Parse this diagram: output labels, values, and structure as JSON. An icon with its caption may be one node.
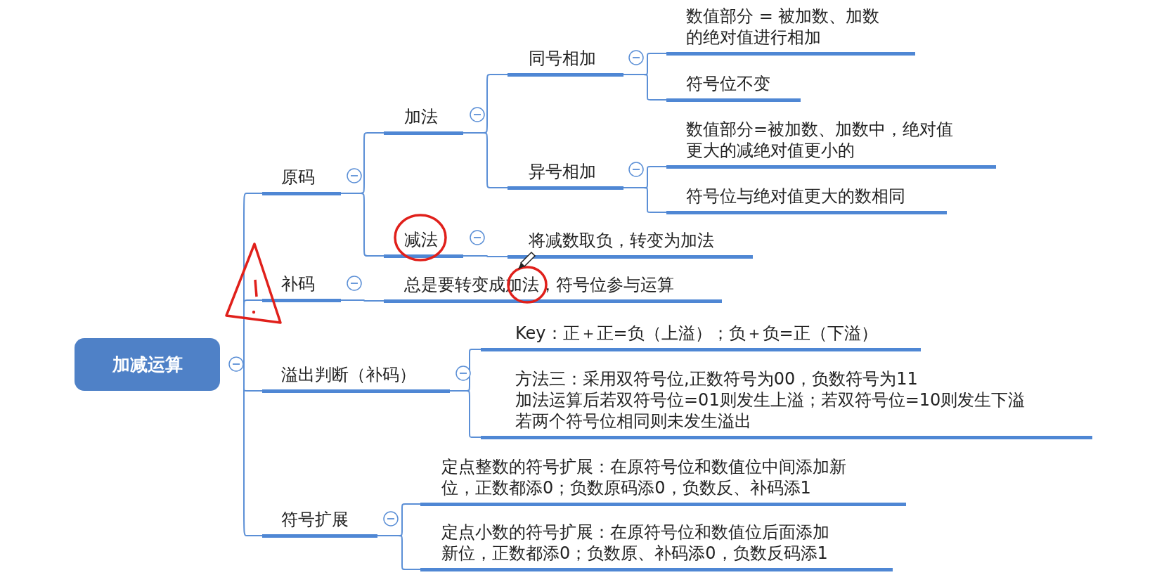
{
  "diagram": {
    "nodes": [
      {
        "text": [
          "加减运算"
        ]
      },
      {
        "text": [
          "原码"
        ]
      },
      {
        "text": [
          "加法"
        ]
      },
      {
        "text": [
          "同号相加"
        ]
      },
      {
        "text": [
          "数值部分 = 被加数、加数的绝对值进行相加"
        ]
      },
      {
        "text": [
          "符号位不变"
        ]
      },
      {
        "text": [
          "异号相加"
        ]
      },
      {
        "text": [
          "数值部分=被加数、加数中，绝对值更大的减绝对值更小的"
        ]
      },
      {
        "text": [
          "符号位与绝对值更大的数相同"
        ]
      },
      {
        "text": [
          "减法"
        ]
      },
      {
        "text": [
          "将减数取负，转变为加法"
        ]
      },
      {
        "text": [
          "补码"
        ]
      },
      {
        "text": [
          "总是要转变成加法，符号位参与运算"
        ]
      },
      {
        "text": [
          "溢出判断（补码）"
        ]
      },
      {
        "text": [
          "Key：正＋正=负（上溢）；负＋负=正（下溢）"
        ]
      },
      {
        "text": [
          "方法三：采用双符号位,正数符号为00，负数符号为11",
          "加法运算后若双符号位=01则发生上溢；若双符号位=10则发生下溢",
          "若两个符号位相同则未发生溢出"
        ]
      },
      {
        "text": [
          "符号扩展"
        ]
      },
      {
        "text": [
          "定点整数的符号扩展：在原符号位和数值位中间添加新位，正数都添0；负数原码添0，负数反、补码添1"
        ]
      },
      {
        "text": [
          "定点小数的符号扩展：在原符号位和数值位后面添加新位，正数都添0；负数原、补码添0，负数反码添1"
        ]
      }
    ],
    "edges": [
      {
        "from": 0,
        "to": 1,
        "arrow": "none"
      },
      {
        "from": 0,
        "to": 11,
        "arrow": "none"
      },
      {
        "from": 0,
        "to": 13,
        "arrow": "none"
      },
      {
        "from": 0,
        "to": 16,
        "arrow": "none"
      },
      {
        "from": 1,
        "to": 2,
        "arrow": "none"
      },
      {
        "from": 1,
        "to": 9,
        "arrow": "none"
      },
      {
        "from": 2,
        "to": 3,
        "arrow": "none"
      },
      {
        "from": 2,
        "to": 6,
        "arrow": "none"
      },
      {
        "from": 3,
        "to": 4,
        "arrow": "none"
      },
      {
        "from": 3,
        "to": 5,
        "arrow": "none"
      },
      {
        "from": 6,
        "to": 7,
        "arrow": "none"
      },
      {
        "from": 6,
        "to": 8,
        "arrow": "none"
      },
      {
        "from": 9,
        "to": 10,
        "arrow": "none"
      },
      {
        "from": 11,
        "to": 12,
        "arrow": "none"
      },
      {
        "from": 13,
        "to": 14,
        "arrow": "none"
      },
      {
        "from": 13,
        "to": 15,
        "arrow": "none"
      },
      {
        "from": 16,
        "to": 17,
        "arrow": "none"
      },
      {
        "from": 16,
        "to": 18,
        "arrow": "none"
      }
    ]
  }
}
